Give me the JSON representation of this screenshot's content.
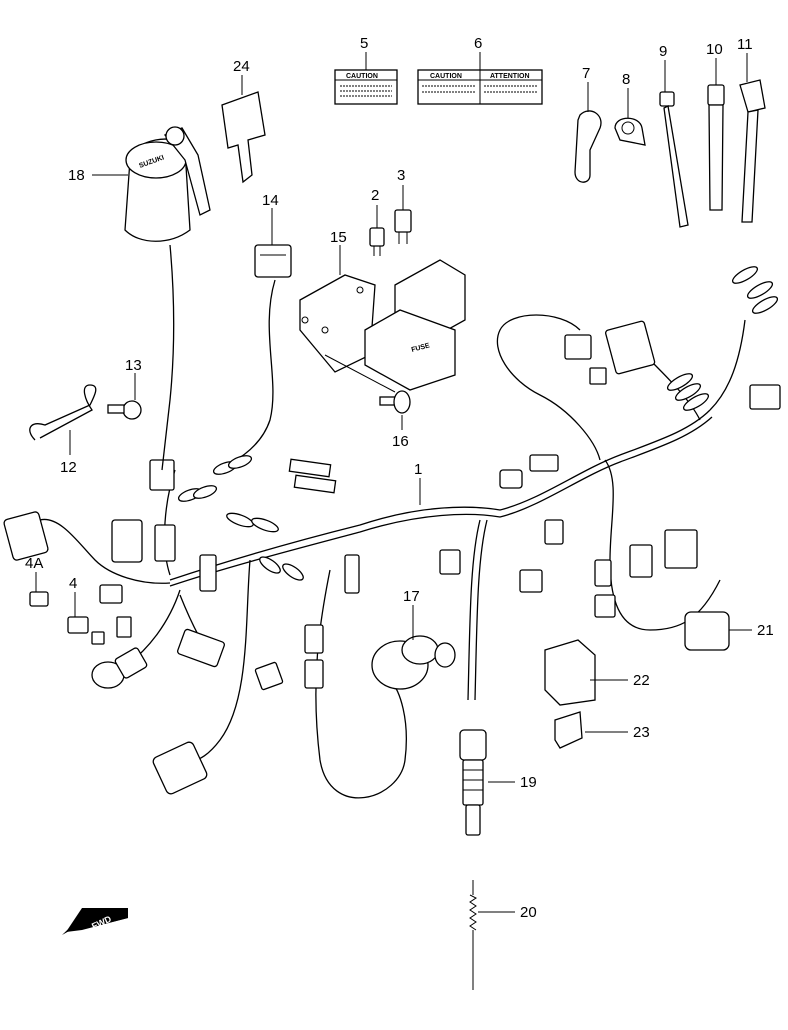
{
  "labels": {
    "p1": "1",
    "p2": "2",
    "p3": "3",
    "p4": "4",
    "p4a": "4A",
    "p5": "5",
    "p6": "6",
    "p7": "7",
    "p8": "8",
    "p9": "9",
    "p10": "10",
    "p11": "11",
    "p12": "12",
    "p13": "13",
    "p14": "14",
    "p15": "15",
    "p16": "16",
    "p17": "17",
    "p18": "18",
    "p19": "19",
    "p20": "20",
    "p21": "21",
    "p22": "22",
    "p23": "23",
    "p24": "24"
  },
  "decals": {
    "caution": "CAUTION",
    "attention": "ATTENTION",
    "fuse": "FUSE",
    "brand": "SUZUKI"
  },
  "fwd_arrow": "FWD"
}
